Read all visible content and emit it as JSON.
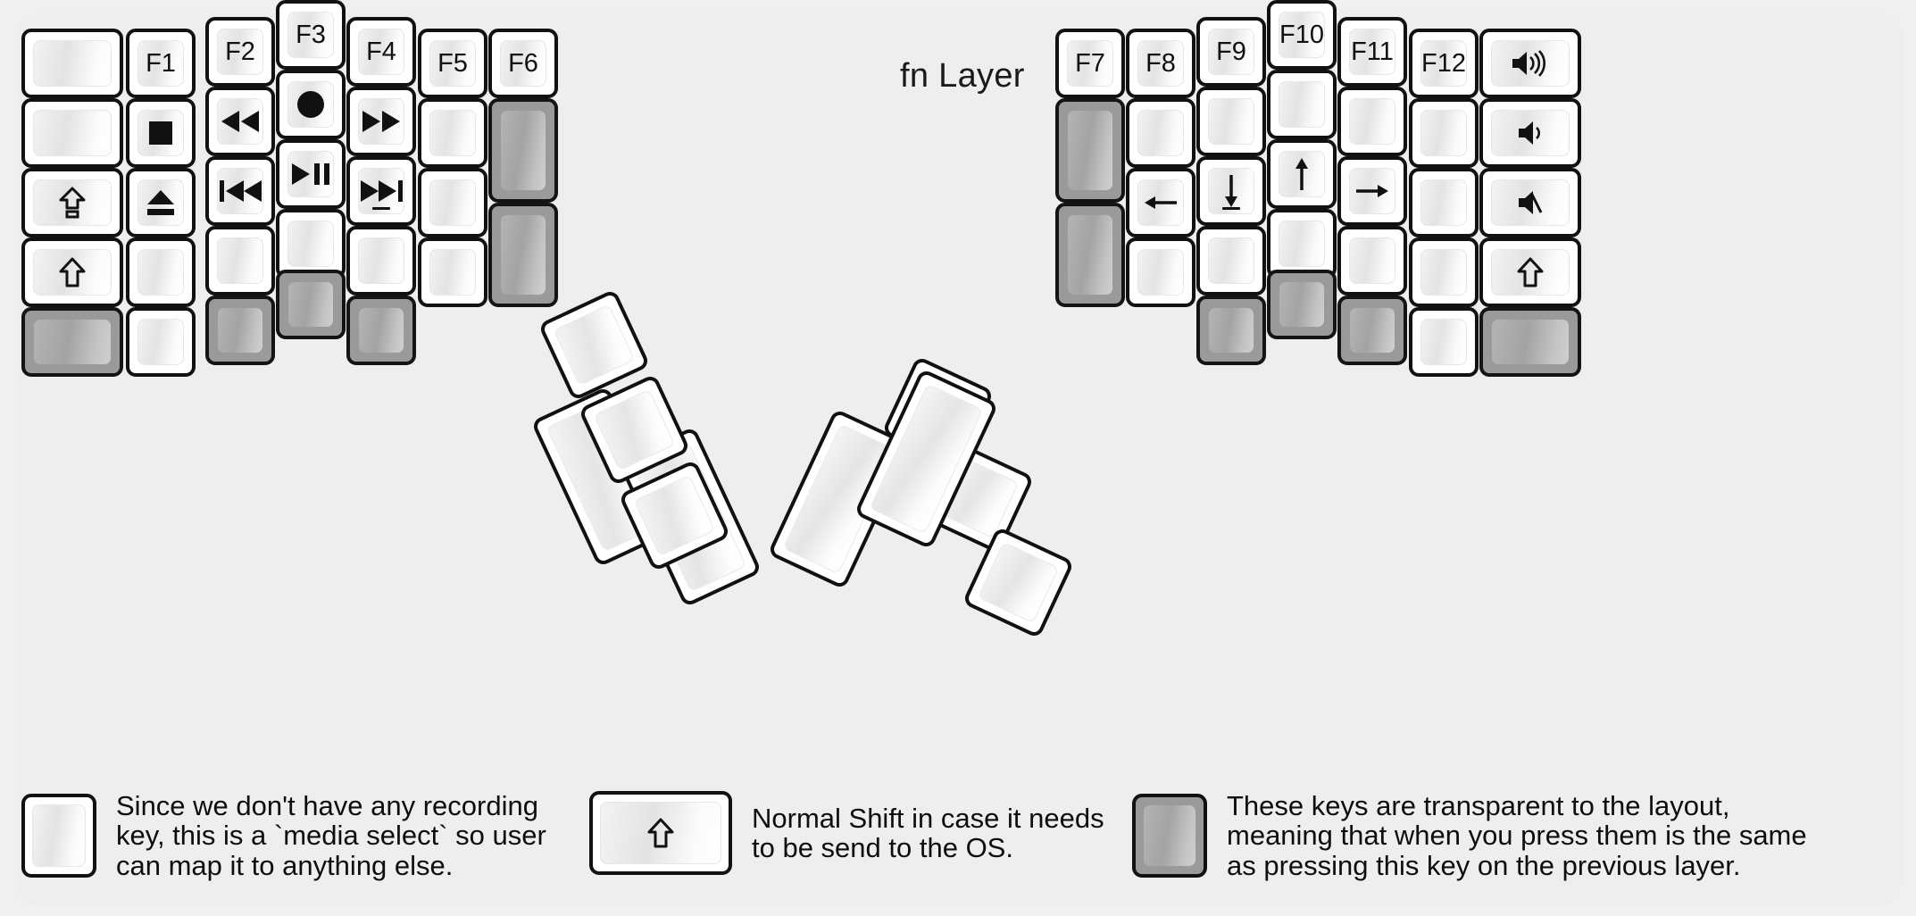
{
  "title": "fn Layer",
  "colors": {
    "background": "#f0f0f0",
    "panel": "#eeeeee",
    "key_white": "#ffffff",
    "key_transparent": "#9a9a9a",
    "outline": "#111111",
    "text": "#111111"
  },
  "legend": [
    {
      "key_icon": "record-icon",
      "key_style": "white",
      "text": "Since we don't have any recording\nkey, this is a `media select` so user\ncan map it to anything else."
    },
    {
      "key_icon": "shift-arrow-icon",
      "key_style": "white",
      "text": "Normal Shift in case it needs\nto be send to the OS."
    },
    {
      "key_icon": "",
      "key_style": "transparent",
      "text": "These keys are transparent to the layout,\nmeaning that when you press them is the same\nas pressing this key on the previous layer."
    }
  ],
  "left_half": {
    "columns": [
      {
        "name": "col-outer-left",
        "keys": [
          {
            "label": "",
            "icon": "",
            "style": "white"
          },
          {
            "label": "",
            "icon": "",
            "style": "white"
          },
          {
            "label": "",
            "icon": "caps-lock-icon",
            "style": "white"
          },
          {
            "label": "",
            "icon": "shift-arrow-icon",
            "style": "white"
          },
          {
            "label": "",
            "icon": "",
            "style": "transparent"
          }
        ]
      },
      {
        "name": "col-f1",
        "keys": [
          {
            "label": "F1",
            "icon": "",
            "style": "white"
          },
          {
            "label": "",
            "icon": "media-stop-icon",
            "style": "white"
          },
          {
            "label": "",
            "icon": "media-eject-icon",
            "style": "white"
          },
          {
            "label": "",
            "icon": "",
            "style": "white"
          },
          {
            "label": "",
            "icon": "",
            "style": "white"
          }
        ]
      },
      {
        "name": "col-f2",
        "keys": [
          {
            "label": "F2",
            "icon": "",
            "style": "white"
          },
          {
            "label": "",
            "icon": "media-rewind-icon",
            "style": "white"
          },
          {
            "label": "",
            "icon": "media-prev-track-icon",
            "style": "white"
          },
          {
            "label": "",
            "icon": "",
            "style": "white"
          },
          {
            "label": "",
            "icon": "",
            "style": "transparent"
          }
        ]
      },
      {
        "name": "col-f3",
        "keys": [
          {
            "label": "F3",
            "icon": "",
            "style": "white"
          },
          {
            "label": "",
            "icon": "media-record-icon",
            "style": "white"
          },
          {
            "label": "",
            "icon": "media-play-pause-icon",
            "style": "white"
          },
          {
            "label": "",
            "icon": "",
            "style": "white"
          },
          {
            "label": "",
            "icon": "",
            "style": "transparent"
          }
        ]
      },
      {
        "name": "col-f4",
        "keys": [
          {
            "label": "F4",
            "icon": "",
            "style": "white"
          },
          {
            "label": "",
            "icon": "media-fast-forward-icon",
            "style": "white"
          },
          {
            "label": "",
            "icon": "media-next-track-icon",
            "style": "white"
          },
          {
            "label": "",
            "icon": "",
            "style": "white"
          },
          {
            "label": "",
            "icon": "",
            "style": "transparent"
          }
        ]
      },
      {
        "name": "col-f5",
        "keys": [
          {
            "label": "F5",
            "icon": "",
            "style": "white"
          },
          {
            "label": "",
            "icon": "",
            "style": "white"
          },
          {
            "label": "",
            "icon": "",
            "style": "white"
          },
          {
            "label": "",
            "icon": "",
            "style": "white"
          }
        ]
      },
      {
        "name": "col-f6",
        "keys": [
          {
            "label": "F6",
            "icon": "",
            "style": "white"
          },
          {
            "label": "",
            "icon": "",
            "style": "transparent"
          },
          {
            "label": "",
            "icon": "",
            "style": "transparent"
          }
        ]
      }
    ],
    "thumb_keys": [
      {
        "name": "thumb-l1",
        "icon": "",
        "style": "white"
      },
      {
        "name": "thumb-l2",
        "icon": "",
        "style": "white"
      },
      {
        "name": "thumb-l3",
        "icon": "",
        "style": "white"
      },
      {
        "name": "thumb-l4",
        "icon": "",
        "style": "white"
      },
      {
        "name": "thumb-l5",
        "icon": "",
        "style": "white"
      }
    ]
  },
  "right_half": {
    "columns": [
      {
        "name": "col-f7",
        "keys": [
          {
            "label": "F7",
            "icon": "",
            "style": "white"
          },
          {
            "label": "",
            "icon": "",
            "style": "transparent"
          },
          {
            "label": "",
            "icon": "",
            "style": "transparent"
          }
        ]
      },
      {
        "name": "col-f8",
        "keys": [
          {
            "label": "F8",
            "icon": "",
            "style": "white"
          },
          {
            "label": "",
            "icon": "",
            "style": "white"
          },
          {
            "label": "",
            "icon": "arrow-left-icon",
            "style": "white"
          },
          {
            "label": "",
            "icon": "",
            "style": "white"
          }
        ]
      },
      {
        "name": "col-f9",
        "keys": [
          {
            "label": "F9",
            "icon": "",
            "style": "white"
          },
          {
            "label": "",
            "icon": "",
            "style": "white"
          },
          {
            "label": "",
            "icon": "arrow-down-icon",
            "style": "white"
          },
          {
            "label": "",
            "icon": "",
            "style": "white"
          },
          {
            "label": "",
            "icon": "",
            "style": "transparent"
          }
        ]
      },
      {
        "name": "col-f10",
        "keys": [
          {
            "label": "F10",
            "icon": "",
            "style": "white"
          },
          {
            "label": "",
            "icon": "",
            "style": "white"
          },
          {
            "label": "",
            "icon": "arrow-up-icon",
            "style": "white"
          },
          {
            "label": "",
            "icon": "",
            "style": "white"
          },
          {
            "label": "",
            "icon": "",
            "style": "transparent"
          }
        ]
      },
      {
        "name": "col-f11",
        "keys": [
          {
            "label": "F11",
            "icon": "",
            "style": "white"
          },
          {
            "label": "",
            "icon": "",
            "style": "white"
          },
          {
            "label": "",
            "icon": "arrow-right-icon",
            "style": "white"
          },
          {
            "label": "",
            "icon": "",
            "style": "white"
          },
          {
            "label": "",
            "icon": "",
            "style": "transparent"
          }
        ]
      },
      {
        "name": "col-f12",
        "keys": [
          {
            "label": "F12",
            "icon": "",
            "style": "white"
          },
          {
            "label": "",
            "icon": "",
            "style": "white"
          },
          {
            "label": "",
            "icon": "",
            "style": "white"
          },
          {
            "label": "",
            "icon": "",
            "style": "white"
          },
          {
            "label": "",
            "icon": "",
            "style": "white"
          }
        ]
      },
      {
        "name": "col-outer-right",
        "keys": [
          {
            "label": "",
            "icon": "volume-up-icon",
            "style": "white"
          },
          {
            "label": "",
            "icon": "volume-down-icon",
            "style": "white"
          },
          {
            "label": "",
            "icon": "volume-mute-icon",
            "style": "white"
          },
          {
            "label": "",
            "icon": "shift-arrow-icon",
            "style": "white"
          },
          {
            "label": "",
            "icon": "",
            "style": "transparent"
          }
        ]
      }
    ],
    "thumb_keys": [
      {
        "name": "thumb-r1",
        "icon": "",
        "style": "white"
      },
      {
        "name": "thumb-r2",
        "icon": "",
        "style": "white"
      },
      {
        "name": "thumb-r3",
        "icon": "",
        "style": "white"
      },
      {
        "name": "thumb-r4",
        "icon": "",
        "style": "white"
      },
      {
        "name": "thumb-r5",
        "icon": "",
        "style": "white"
      }
    ]
  }
}
